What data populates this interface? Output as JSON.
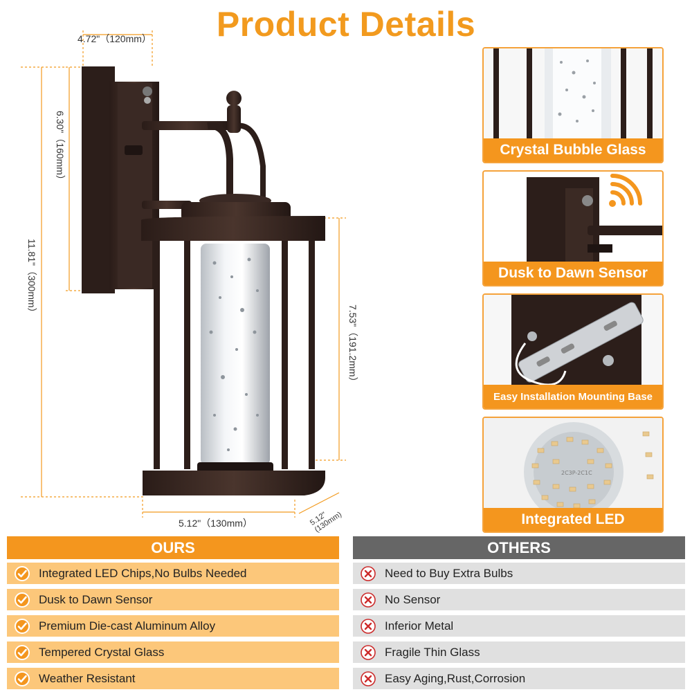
{
  "title": "Product Details",
  "dimensions": {
    "top_width": "4.72\"（120mm）",
    "arm_height": "6.30\"（160mm）",
    "total_height": "11.81\"（300mm）",
    "lantern_height": "7.53\"（191.2mm）",
    "bottom_width": "5.12\"（130mm）",
    "depth_line1": "5.12\"",
    "depth_line2": "(130mm)"
  },
  "features": [
    {
      "label": "Crystal Bubble Glass"
    },
    {
      "label": "Dusk to Dawn Sensor"
    },
    {
      "label": "Easy Installation Mounting Base"
    },
    {
      "label": "Integrated LED"
    }
  ],
  "led_chip_text": "2C3P-2C1C",
  "comparison": {
    "ours_title": "OURS",
    "others_title": "OTHERS",
    "ours": [
      "Integrated LED Chips,No Bulbs Needed",
      "Dusk to Dawn Sensor",
      "Premium Die-cast Aluminum Alloy",
      "Tempered Crystal Glass",
      "Weather Resistant"
    ],
    "others": [
      "Need to Buy Extra Bulbs",
      "No Sensor",
      "Inferior Metal",
      "Fragile Thin Glass",
      "Easy Aging,Rust,Corrosion"
    ]
  },
  "colors": {
    "accent": "#f4961e",
    "ours_row": "#fcc77a",
    "others_head": "#666666",
    "others_row": "#e0e0e0",
    "metal": "#3b2a24"
  },
  "icons": {
    "ours": "check-circle-icon",
    "others": "x-circle-icon"
  }
}
